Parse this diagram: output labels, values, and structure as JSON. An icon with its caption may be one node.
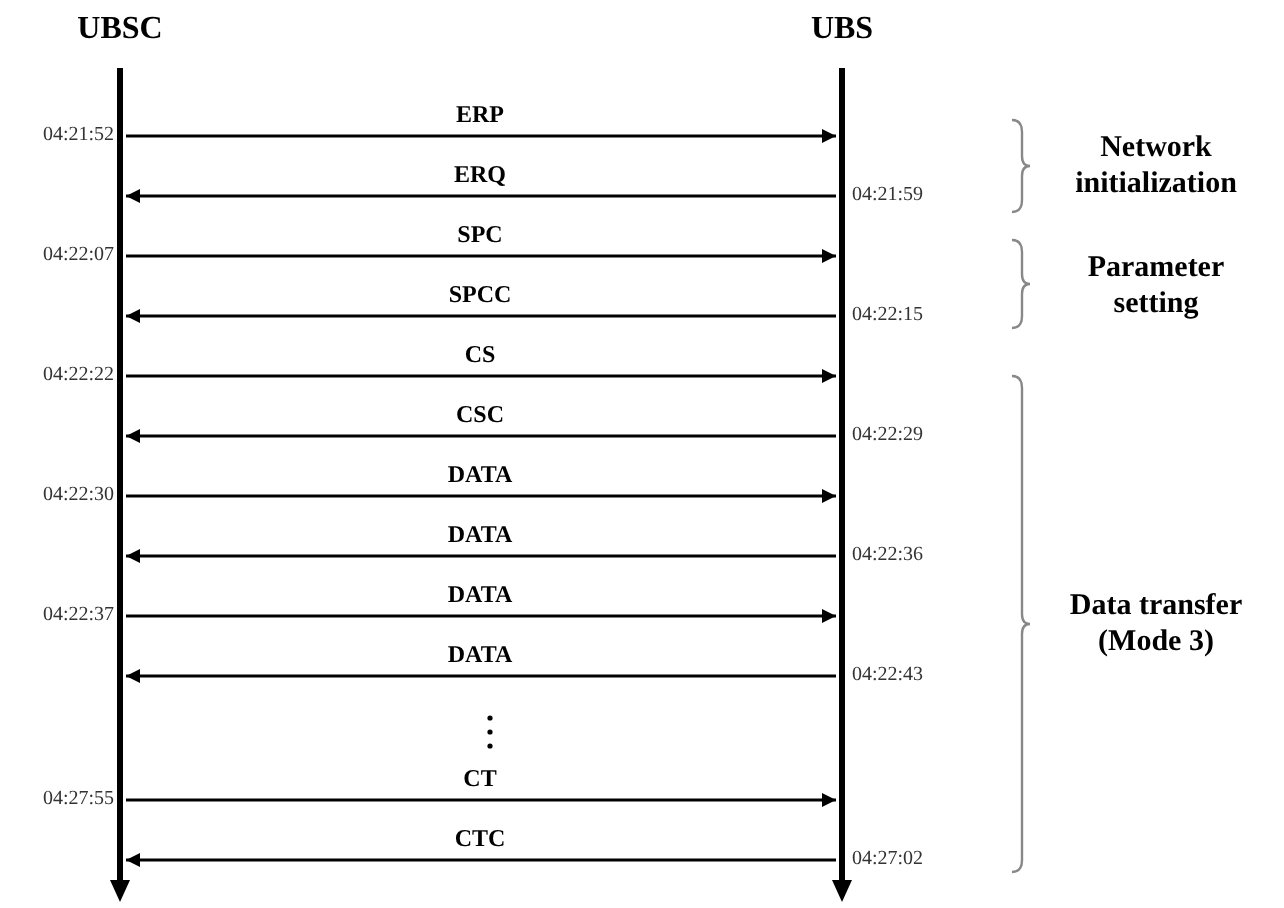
{
  "diagram": {
    "nodes": [
      {
        "text": [
          "UBSC"
        ]
      },
      {
        "text": [
          "UBS"
        ]
      }
    ],
    "edges": [
      {
        "from": 0,
        "to": 1,
        "arrow": "to",
        "label": "ERP"
      },
      {
        "from": 1,
        "to": 0,
        "arrow": "to",
        "label": "ERQ"
      },
      {
        "from": 0,
        "to": 1,
        "arrow": "to",
        "label": "SPC"
      },
      {
        "from": 1,
        "to": 0,
        "arrow": "to",
        "label": "SPCC"
      },
      {
        "from": 0,
        "to": 1,
        "arrow": "to",
        "label": "CS"
      },
      {
        "from": 1,
        "to": 0,
        "arrow": "to",
        "label": "CSC"
      },
      {
        "from": 0,
        "to": 1,
        "arrow": "to",
        "label": "DATA"
      },
      {
        "from": 1,
        "to": 0,
        "arrow": "to",
        "label": "DATA"
      },
      {
        "from": 0,
        "to": 1,
        "arrow": "to",
        "label": "DATA"
      },
      {
        "from": 1,
        "to": 0,
        "arrow": "to",
        "label": "DATA"
      },
      {
        "from": 0,
        "to": 1,
        "arrow": "to",
        "label": "CT"
      },
      {
        "from": 1,
        "to": 0,
        "arrow": "to",
        "label": "CTC"
      }
    ],
    "labels": [
      "04:21:52",
      "Network initialization",
      "04:21:59",
      "04:22:07",
      "Parameter setting",
      "04:22:15",
      "04:22:22",
      "04:22:29",
      "04:22:30",
      "04:22:36",
      "Data transfer (Mode 3)",
      "04:22:37",
      "04:22:43",
      "04:27:55",
      "04:27:02"
    ]
  }
}
